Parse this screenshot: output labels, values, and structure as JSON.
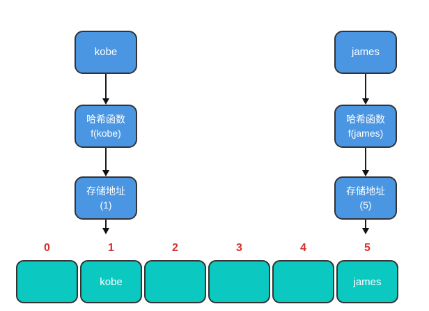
{
  "flows": [
    {
      "key": "kobe",
      "hash_line1": "哈希函数",
      "hash_line2": "f(kobe)",
      "addr_line1": "存储地址",
      "addr_line2": "(1)"
    },
    {
      "key": "james",
      "hash_line1": "哈希函数",
      "hash_line2": "f(james)",
      "addr_line1": "存储地址",
      "addr_line2": "(5)"
    }
  ],
  "array": {
    "indices": [
      "0",
      "1",
      "2",
      "3",
      "4",
      "5"
    ],
    "cells": [
      "",
      "kobe",
      "",
      "",
      "",
      "james"
    ]
  },
  "colors": {
    "node_fill": "#4a96e2",
    "cell_fill": "#0bc8c0",
    "index_color": "#d4302e",
    "border_color": "#333333"
  }
}
